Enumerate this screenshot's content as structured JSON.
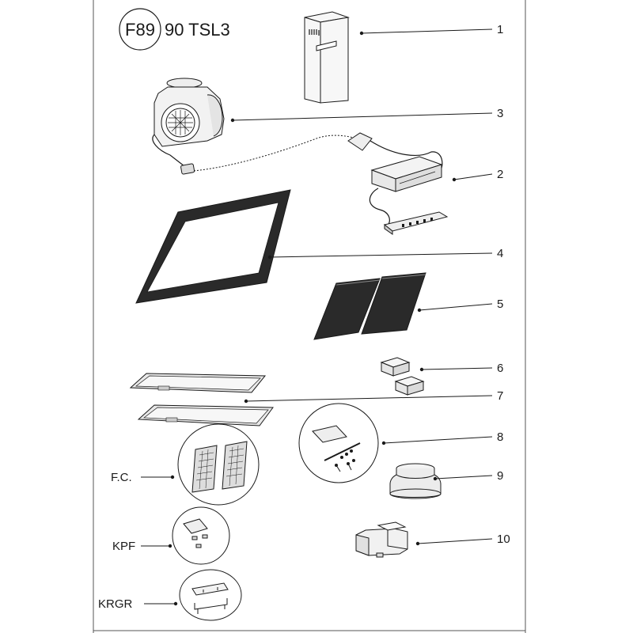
{
  "header": {
    "badge": "F89",
    "model": "90 TSL3"
  },
  "callouts": {
    "c1": "1",
    "c2": "2",
    "c3": "3",
    "c4": "4",
    "c5": "5",
    "c6": "6",
    "c7": "7",
    "c8": "8",
    "c9": "9",
    "c10": "10"
  },
  "side_labels": {
    "fc": "F.C.",
    "kpf": "KPF",
    "krgr": "KRGR"
  },
  "colors": {
    "line": "#1a1a1a",
    "part_fill": "#f4f4f4",
    "dark_panel": "#2a2a2a"
  }
}
